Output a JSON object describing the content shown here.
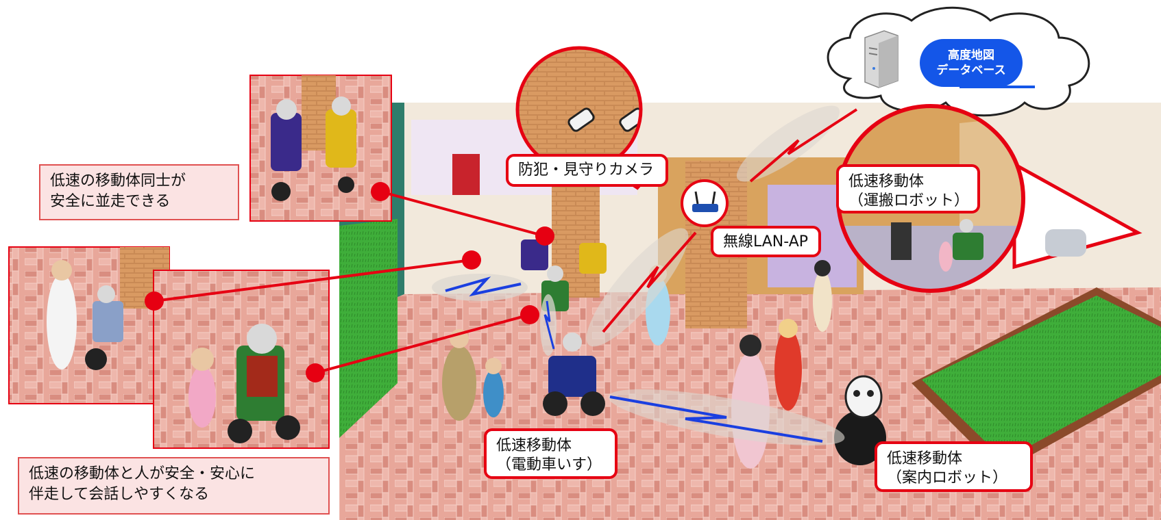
{
  "database_label": "高度地図\nデータベース",
  "callouts": {
    "camera": "防犯・見守りカメラ",
    "wifi": "無線LAN-AP",
    "transport_robot": "低速移動体\n（運搬ロボット）",
    "wheelchair": "低速移動体\n（電動車いす）",
    "guide_robot": "低速移動体\n（案内ロボット）"
  },
  "notes": {
    "parallel_travel": "低速の移動体同士が\n安全に並走できる",
    "accompany": "低速の移動体と人が安全・安心に\n伴走して会話しやすくなる"
  },
  "colors": {
    "accent_red": "#e60012",
    "note_fill": "#fbe3e3",
    "database_badge": "#1456e8",
    "radio_link": "#1a3fe0",
    "paving": "#e8a79a",
    "grass": "#3fae3a"
  },
  "icons": [
    "server-icon",
    "wireless-router-icon",
    "security-camera-icon",
    "radio-link-icon"
  ]
}
